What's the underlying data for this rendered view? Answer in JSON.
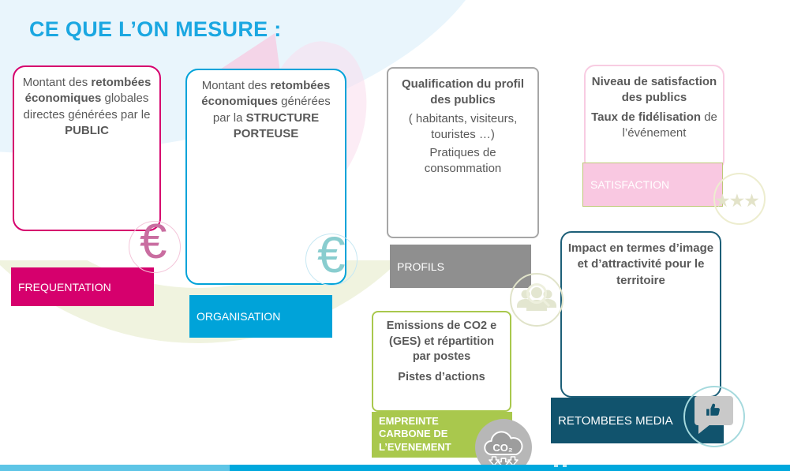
{
  "slide": {
    "title": "CE QUE L’ON MESURE :"
  },
  "palette": {
    "title": "#1ba7e1",
    "magenta": "#d6006d",
    "cyan": "#00a3d9",
    "gray": "#8f8f8f",
    "pink": "#f9c8e1",
    "green": "#a9c84d",
    "teal": "#11536d",
    "body_text": "#595959",
    "strip_left": "#5ec5e6",
    "strip_right": "#00a8dd"
  },
  "cards": [
    {
      "name": "frequentation",
      "body": [
        {
          "text": "Montant des "
        },
        {
          "text": "retombées économiques"
        },
        {
          "text": " globales directes générées par le "
        },
        {
          "text": "PUBLIC"
        }
      ],
      "label": "FREQUENTATION",
      "icon": "euro-pink"
    },
    {
      "name": "organisation",
      "body": [
        {
          "text": "Montant des "
        },
        {
          "text": "retombées économiques"
        },
        {
          "text": " générées par la "
        },
        {
          "text": "STRUCTURE PORTEUSE"
        }
      ],
      "label": "ORGANISATION",
      "icon": "euro-teal"
    },
    {
      "name": "profils",
      "body": [
        {
          "text": "Qualification du profil des  publics"
        },
        {
          "text": "( habitants, visiteurs, touristes …)"
        },
        {
          "text": "Pratiques de consommation"
        }
      ],
      "label": "PROFILS",
      "icon": "people-search"
    },
    {
      "name": "satisfaction",
      "body": [
        {
          "text": "Niveau de satisfaction des publics"
        },
        {
          "text": "Taux de fidélisation"
        },
        {
          "text": " de l’événement"
        }
      ],
      "label": "SATISFACTION",
      "icon": "three-stars"
    },
    {
      "name": "retombees-media",
      "body": [
        {
          "text": "Impact en termes d’image et d’attractivité pour le territoire"
        }
      ],
      "label": "RETOMBEES MEDIA",
      "icon": "thumbs-up-speech-bubble"
    },
    {
      "name": "empreinte-carbone",
      "body": [
        {
          "text": "Emissions de CO2 e (GES) et répartition par postes"
        },
        {
          "text": "Pistes d’actions"
        }
      ],
      "label": "EMPREINTE CARBONE DE L’EVENEMENT",
      "icon": "co2-cloud"
    }
  ],
  "icons": {
    "euro": "€",
    "stars": "★★★",
    "co2": "CO₂"
  }
}
